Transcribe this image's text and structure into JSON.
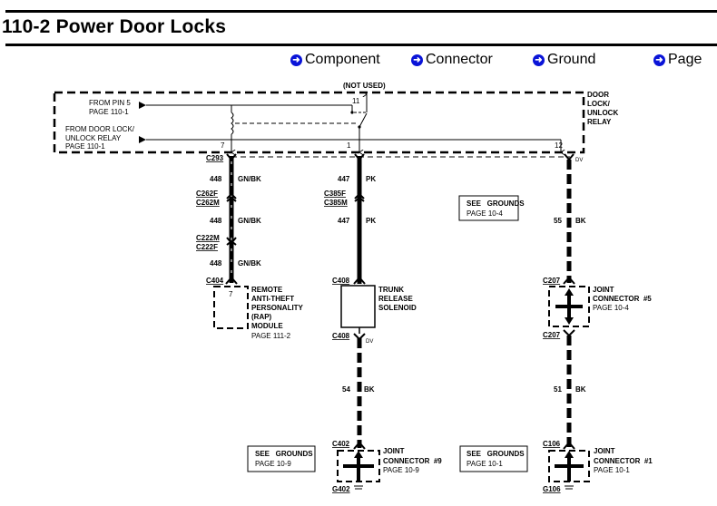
{
  "header": {
    "title": "110-2 Power Door Locks"
  },
  "nav": [
    {
      "label": "Component",
      "icon": "arrow-right-circle-icon"
    },
    {
      "label": "Connector",
      "icon": "arrow-right-circle-icon"
    },
    {
      "label": "Ground",
      "icon": "arrow-right-circle-icon"
    },
    {
      "label": "Page",
      "icon": "arrow-right-circle-icon"
    }
  ],
  "colors": {
    "nav_icon": "#0a14d8",
    "wire": "#000000",
    "background": "#ffffff"
  },
  "diagram": {
    "relay": {
      "name_lines": [
        "DOOR",
        "LOCK/",
        "UNLOCK",
        "RELAY"
      ],
      "not_used": "(NOT USED)",
      "inputs": [
        {
          "lines": [
            "FROM PIN 5",
            "PAGE 110-1"
          ]
        },
        {
          "lines": [
            "FROM DOOR LOCK/",
            "UNLOCK RELAY",
            "PAGE 110-1"
          ]
        }
      ],
      "pins": {
        "coil": "7",
        "common": "1",
        "nc": "11",
        "ground": "12"
      }
    },
    "connectors": {
      "c293": "C293",
      "c262f": "C262F",
      "c262m": "C262M",
      "c222m": "C222M",
      "c222f": "C222F",
      "c404": "C404",
      "c385f": "C385F",
      "c385m": "C385M",
      "c408_top": "C408",
      "c408_bottom": "C408",
      "c207_top": "C207",
      "c207_bottom": "C207",
      "c402": "C402",
      "g402": "G402",
      "c106": "C106",
      "g106": "G106",
      "dv1": "DV",
      "dv2": "DV"
    },
    "wires": {
      "w448a": {
        "circuit": "448",
        "color": "GN/BK"
      },
      "w448b": {
        "circuit": "448",
        "color": "GN/BK"
      },
      "w448c": {
        "circuit": "448",
        "color": "GN/BK"
      },
      "w447a": {
        "circuit": "447",
        "color": "PK"
      },
      "w447b": {
        "circuit": "447",
        "color": "PK"
      },
      "w55": {
        "circuit": "55",
        "color": "BK"
      },
      "w54": {
        "circuit": "54",
        "color": "BK"
      },
      "w51": {
        "circuit": "51",
        "color": "BK"
      }
    },
    "components": {
      "rap": {
        "pin": "7",
        "lines": [
          "REMOTE",
          "ANTI-THEFT",
          "PERSONALITY",
          "(RAP)",
          "MODULE"
        ],
        "page": "PAGE 111-2"
      },
      "trunk": {
        "lines": [
          "TRUNK",
          "RELEASE",
          "SOLENOID"
        ]
      },
      "jc5": {
        "lines": [
          "JOINT",
          "CONNECTOR  #5"
        ],
        "page": "PAGE 10-4"
      },
      "jc9": {
        "lines": [
          "JOINT",
          "CONNECTOR  #9"
        ],
        "page": "PAGE 10-9"
      },
      "jc1": {
        "lines": [
          "JOINT",
          "CONNECTOR  #1"
        ],
        "page": "PAGE 10-1"
      }
    },
    "see_grounds": [
      {
        "title": "SEE   GROUNDS",
        "page": "PAGE 10-4"
      },
      {
        "title": "SEE   GROUNDS",
        "page": "PAGE 10-9"
      },
      {
        "title": "SEE   GROUNDS",
        "page": "PAGE 10-1"
      }
    ]
  }
}
